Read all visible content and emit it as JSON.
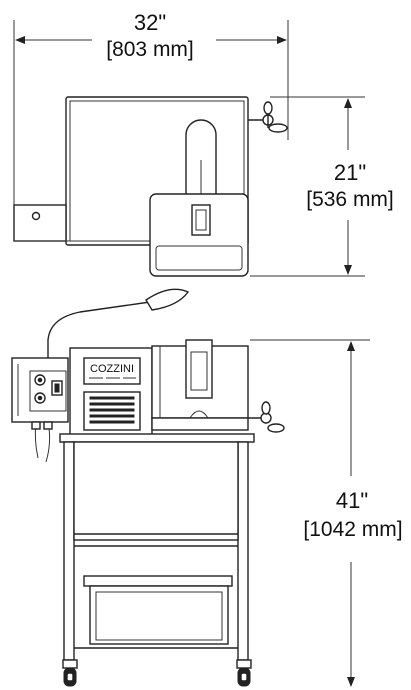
{
  "dimensions": {
    "width": {
      "imperial": "32\"",
      "metric": "[803 mm]"
    },
    "depth": {
      "imperial": "21\"",
      "metric": "[536 mm]"
    },
    "height": {
      "imperial": "41\"",
      "metric": "[1042 mm]"
    }
  },
  "brand": {
    "logo_text": "COZZINI"
  },
  "colors": {
    "line": "#222222",
    "background": "#ffffff"
  }
}
